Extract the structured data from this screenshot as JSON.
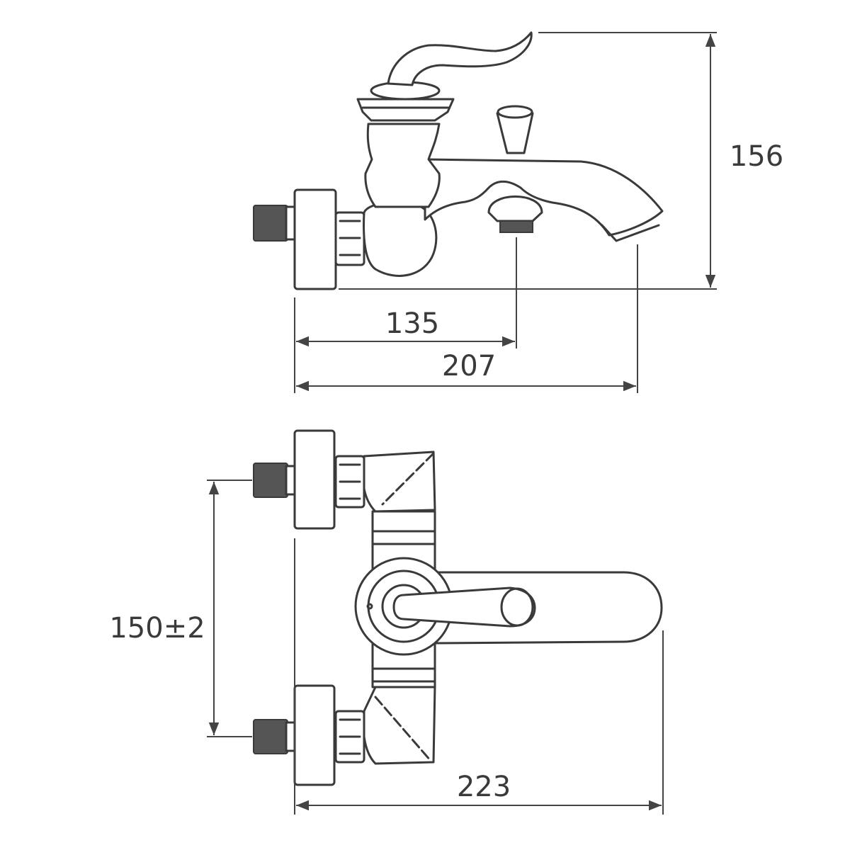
{
  "colors": {
    "line": "#3a3a3a",
    "thread": "#555555",
    "background": "#ffffff"
  },
  "dimensions": {
    "height": "156",
    "outlet": "135",
    "spout": "207",
    "centers": "150±2",
    "width": "223"
  }
}
